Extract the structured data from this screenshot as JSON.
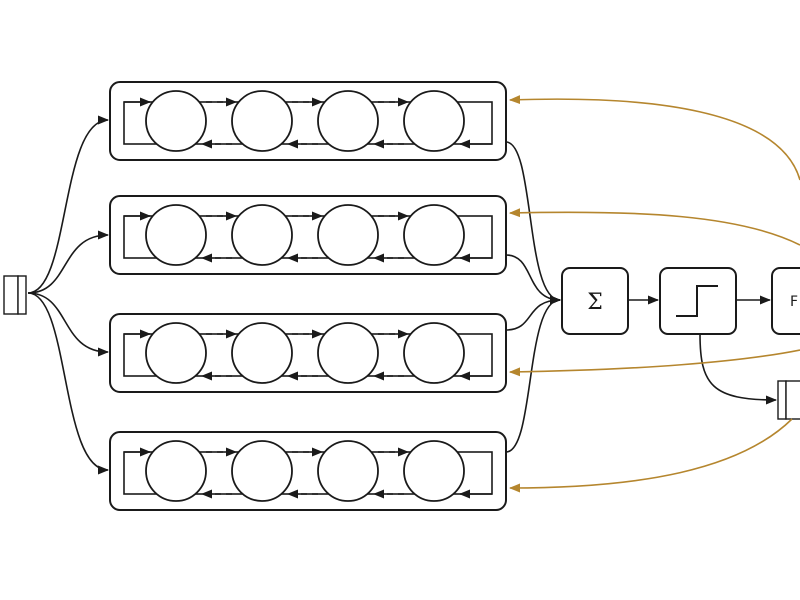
{
  "diagram": {
    "modules": [
      {
        "id": "module-1",
        "cells": 4
      },
      {
        "id": "module-2",
        "cells": 4
      },
      {
        "id": "module-3",
        "cells": 4
      },
      {
        "id": "module-4",
        "cells": 4
      }
    ],
    "operators": [
      {
        "id": "sum-operator",
        "symbol": "Σ"
      },
      {
        "id": "step-operator",
        "symbol": ""
      },
      {
        "id": "output-operator",
        "symbol": "F"
      }
    ],
    "colors": {
      "line": "#1a1a1a",
      "feedback": "#b5862e",
      "background": "#ffffff"
    }
  }
}
